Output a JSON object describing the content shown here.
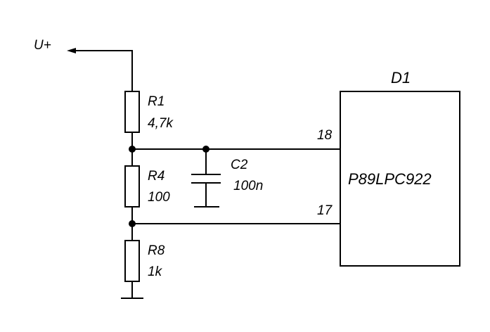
{
  "supply": {
    "label": "U+"
  },
  "resistors": [
    {
      "ref": "R1",
      "value": "4,7k"
    },
    {
      "ref": "R4",
      "value": "100"
    },
    {
      "ref": "R8",
      "value": "1k"
    }
  ],
  "capacitor": {
    "ref": "C2",
    "value": "100n"
  },
  "chip": {
    "ref": "D1",
    "part": "P89LPC922",
    "pins": [
      {
        "number": "18"
      },
      {
        "number": "17"
      }
    ]
  }
}
